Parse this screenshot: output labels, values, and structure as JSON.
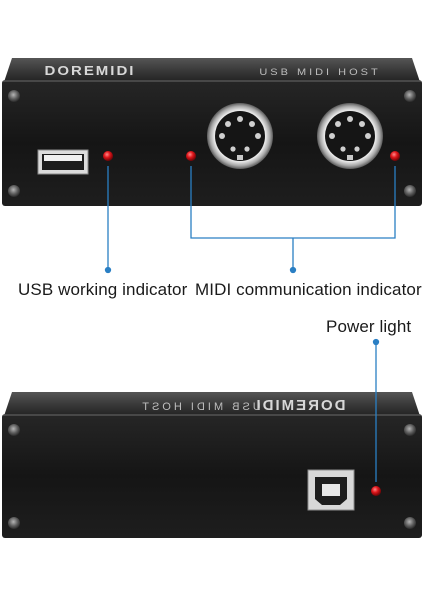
{
  "labels": {
    "usb_indicator": "USB working indicator",
    "midi_indicator": "MIDI communication indicator",
    "power_light": "Power light"
  },
  "device_top": {
    "brand": "DOREMIDI",
    "model": "USB MIDI HOST"
  },
  "device_bottom": {
    "brand": "DOREMIDI",
    "model": "USB MIDI HOST"
  },
  "colors": {
    "callout_line": "#2a7fc4",
    "led": "#e0161b",
    "body": "#1b1b1b",
    "bevel": "#3a3a3a"
  }
}
